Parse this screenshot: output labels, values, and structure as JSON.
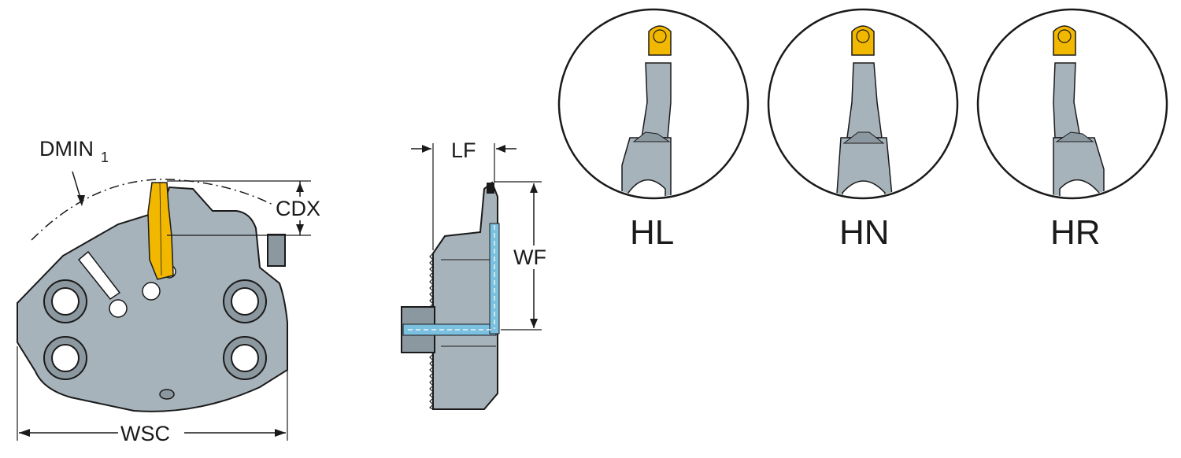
{
  "labels": {
    "dmin_main": "DMIN",
    "dmin_sub": "1",
    "cdx": "CDX",
    "lf": "LF",
    "wf": "WF",
    "wsc": "WSC"
  },
  "variants": [
    {
      "code": "HL"
    },
    {
      "code": "HN"
    },
    {
      "code": "HR"
    }
  ],
  "colors": {
    "body": "#a7b3bb",
    "body_dark": "#8c98a0",
    "insert": "#f2b800",
    "coolant": "#7cc0e0",
    "line": "#1a1a1a"
  }
}
